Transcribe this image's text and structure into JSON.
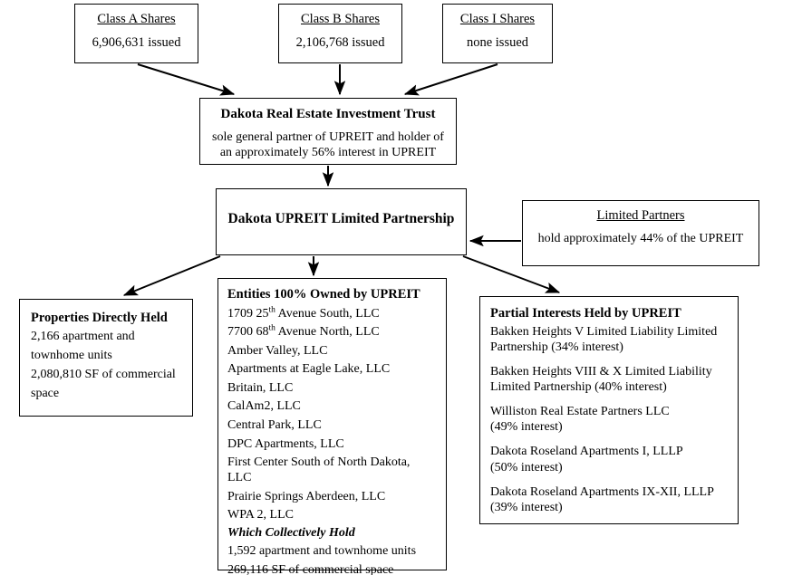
{
  "diagram": {
    "share_classes": [
      {
        "title": "Class A Shares",
        "value": "6,906,631 issued"
      },
      {
        "title": "Class B Shares",
        "value": "2,106,768 issued"
      },
      {
        "title": "Class I Shares",
        "value": "none issued"
      }
    ],
    "trust": {
      "title": "Dakota Real Estate Investment Trust",
      "line1": "sole general partner of UPREIT and holder of",
      "line2": "an approximately 56% interest in UPREIT"
    },
    "upreit": {
      "title": "Dakota UPREIT Limited Partnership"
    },
    "limited_partners": {
      "title": "Limited Partners",
      "detail": "hold approximately 44% of the UPREIT"
    },
    "properties_directly_held": {
      "heading": "Properties Directly Held",
      "line1": "2,166 apartment and",
      "line2": "townhome units",
      "line3": "2,080,810 SF of commercial",
      "line4": "space"
    },
    "entities_owned": {
      "heading": "Entities 100% Owned by UPREIT",
      "items": [
        {
          "pre": "1709 25",
          "sup": "th",
          "post": " Avenue South, LLC"
        },
        {
          "pre": "7700 68",
          "sup": "th",
          "post": " Avenue North, LLC"
        },
        {
          "pre": "Amber Valley, LLC",
          "sup": "",
          "post": ""
        },
        {
          "pre": "Apartments at Eagle Lake, LLC",
          "sup": "",
          "post": ""
        },
        {
          "pre": "Britain, LLC",
          "sup": "",
          "post": ""
        },
        {
          "pre": "CalAm2, LLC",
          "sup": "",
          "post": ""
        },
        {
          "pre": "Central Park, LLC",
          "sup": "",
          "post": ""
        },
        {
          "pre": "DPC Apartments, LLC",
          "sup": "",
          "post": ""
        },
        {
          "pre": "First Center South of North Dakota, LLC",
          "sup": "",
          "post": ""
        },
        {
          "pre": "Prairie Springs Aberdeen, LLC",
          "sup": "",
          "post": ""
        },
        {
          "pre": "WPA 2, LLC",
          "sup": "",
          "post": ""
        }
      ],
      "collectively_hold_label": "Which Collectively Hold",
      "holdings": [
        "1,592 apartment and townhome units",
        "269,116 SF of commercial space"
      ]
    },
    "partial_interests": {
      "heading": "Partial Interests Held by UPREIT",
      "entries": [
        {
          "line1": "Bakken Heights V Limited Liability Limited",
          "line2": "Partnership (34% interest)"
        },
        {
          "line1": "Bakken Heights VIII & X Limited Liability",
          "line2": "Limited Partnership (40% interest)"
        },
        {
          "line1": "Williston Real Estate Partners LLC",
          "line2": "(49% interest)"
        },
        {
          "line1": "Dakota Roseland Apartments I, LLLP",
          "line2": "(50% interest)"
        },
        {
          "line1": "Dakota Roseland Apartments IX-XII, LLLP",
          "line2": "(39% interest)"
        }
      ]
    },
    "connectors": [
      {
        "name": "class-a-to-trust"
      },
      {
        "name": "class-b-to-trust"
      },
      {
        "name": "class-i-to-trust"
      },
      {
        "name": "trust-to-upreit"
      },
      {
        "name": "limited-partners-to-upreit"
      },
      {
        "name": "upreit-to-properties"
      },
      {
        "name": "upreit-to-entities"
      },
      {
        "name": "upreit-to-partial-interests"
      }
    ]
  }
}
